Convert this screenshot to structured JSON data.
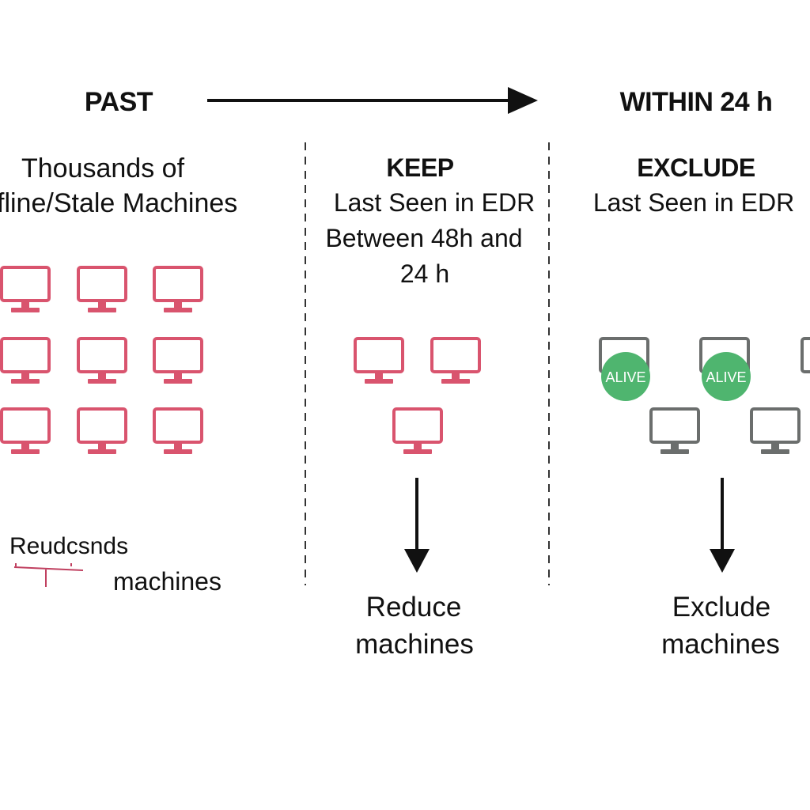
{
  "timeline": {
    "past_label": "PAST",
    "future_label": "WITHIN 24 h"
  },
  "col_past": {
    "title_line1": "Thousands of",
    "title_line2": "fline/Stale Machines",
    "footer_line1": "Reudcsnds",
    "footer_line2": "machines"
  },
  "col_keep": {
    "heading": "KEEP",
    "line1": "Last Seen in EDR",
    "line2": "Between 48h and",
    "line3": "24 h",
    "result_line1": "Reduce",
    "result_line2": "machines"
  },
  "col_exclude": {
    "heading": "EXCLUDE",
    "line1": "Last Seen in EDR",
    "badge_text": "ALIVE",
    "result_line1": "Exclude",
    "result_line2": "machines"
  },
  "colors": {
    "stale": "#d9546e",
    "alive_monitor": "#6b6e6d",
    "alive_badge": "#4fb56f",
    "ink": "#111111",
    "divider": "#333333"
  },
  "icons": {
    "machine": "monitor-icon",
    "flow_arrow": "arrow-right-icon",
    "result_arrow": "arrow-down-icon"
  }
}
